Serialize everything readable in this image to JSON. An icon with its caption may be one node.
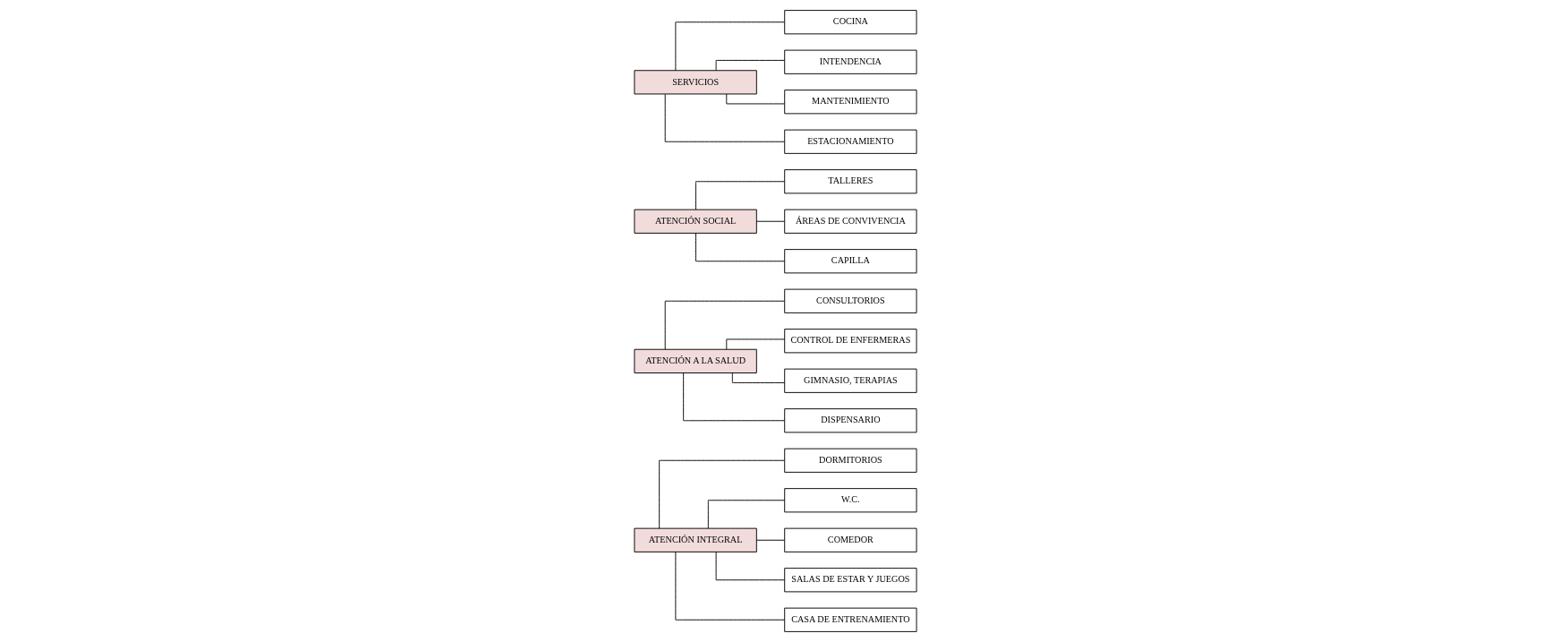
{
  "diagram": {
    "nodes": [
      {
        "text": [
          "ATENCIÓN INTEGRAL"
        ]
      },
      {
        "text": [
          "DORMITORIOS"
        ]
      },
      {
        "text": [
          "W.C."
        ]
      },
      {
        "text": [
          "COMEDOR"
        ]
      },
      {
        "text": [
          "SALAS DE ESTAR Y JUEGOS"
        ]
      },
      {
        "text": [
          "CASA DE ENTRENAMIENTO"
        ]
      },
      {
        "text": [
          "ATENCIÓN A LA SALUD"
        ]
      },
      {
        "text": [
          "CONSULTORIOS"
        ]
      },
      {
        "text": [
          "CONTROL DE ENFERMERAS"
        ]
      },
      {
        "text": [
          "GIMNASIO, TERAPIAS"
        ]
      },
      {
        "text": [
          "DISPENSARIO"
        ]
      },
      {
        "text": [
          "ATENCIÓN SOCIAL"
        ]
      },
      {
        "text": [
          "TALLERES"
        ]
      },
      {
        "text": [
          "ÁREAS DE CONVIVENCIA"
        ]
      },
      {
        "text": [
          "CAPILLA"
        ]
      },
      {
        "text": [
          "SERVICIOS"
        ]
      },
      {
        "text": [
          "COCINA"
        ]
      },
      {
        "text": [
          "INTENDENCIA"
        ]
      },
      {
        "text": [
          "MANTENIMIENTO"
        ]
      },
      {
        "text": [
          "ESTACIONAMIENTO"
        ]
      }
    ],
    "edges": [
      {
        "from": 0,
        "to": 1,
        "arrow": "none"
      },
      {
        "from": 0,
        "to": 2,
        "arrow": "none"
      },
      {
        "from": 0,
        "to": 3,
        "arrow": "none"
      },
      {
        "from": 0,
        "to": 4,
        "arrow": "none"
      },
      {
        "from": 0,
        "to": 5,
        "arrow": "none"
      },
      {
        "from": 6,
        "to": 7,
        "arrow": "none"
      },
      {
        "from": 6,
        "to": 8,
        "arrow": "none"
      },
      {
        "from": 6,
        "to": 9,
        "arrow": "none"
      },
      {
        "from": 6,
        "to": 10,
        "arrow": "none"
      },
      {
        "from": 11,
        "to": 12,
        "arrow": "none"
      },
      {
        "from": 11,
        "to": 13,
        "arrow": "none"
      },
      {
        "from": 11,
        "to": 14,
        "arrow": "none"
      },
      {
        "from": 15,
        "to": 16,
        "arrow": "none"
      },
      {
        "from": 15,
        "to": 17,
        "arrow": "none"
      },
      {
        "from": 15,
        "to": 18,
        "arrow": "none"
      },
      {
        "from": 15,
        "to": 19,
        "arrow": "none"
      }
    ]
  }
}
